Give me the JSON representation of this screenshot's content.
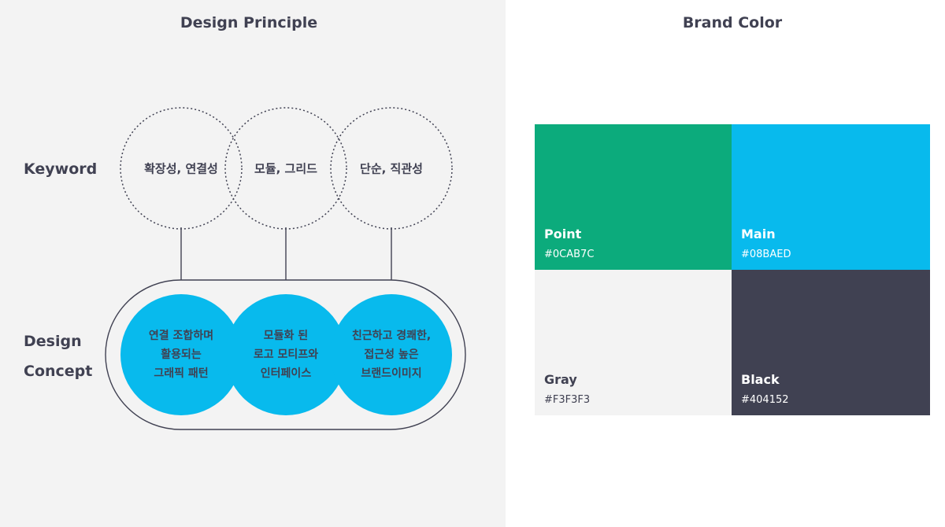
{
  "design_principle": {
    "title": "Design Principle",
    "keyword_label": "Keyword",
    "concept_label_line1": "Design",
    "concept_label_line2": "Concept",
    "keywords": [
      "확장성, 연결성",
      "모듈, 그리드",
      "단순, 직관성"
    ],
    "concepts": [
      [
        "연결 조합하며",
        "활용되는",
        "그래픽 패턴"
      ],
      [
        "모듈화 된",
        "로고 모티프와",
        "인터페이스"
      ],
      [
        "친근하고 경쾌한,",
        "접근성 높은",
        "브랜드이미지"
      ]
    ],
    "concept_circle_color": "#08BAED",
    "line_color": "#404152"
  },
  "brand_color": {
    "title": "Brand Color",
    "swatches": [
      {
        "name": "Point",
        "hex_label": "#0CAB7C",
        "color": "#0CAB7C",
        "text_color": "#ffffff"
      },
      {
        "name": "Main",
        "hex_label": "#08BAED",
        "color": "#08BAED",
        "text_color": "#ffffff"
      },
      {
        "name": "Gray",
        "hex_label": "#F3F3F3",
        "color": "#F3F3F3",
        "text_color": "#404152"
      },
      {
        "name": "Black",
        "hex_label": "#404152",
        "color": "#404152",
        "text_color": "#ffffff"
      }
    ]
  }
}
